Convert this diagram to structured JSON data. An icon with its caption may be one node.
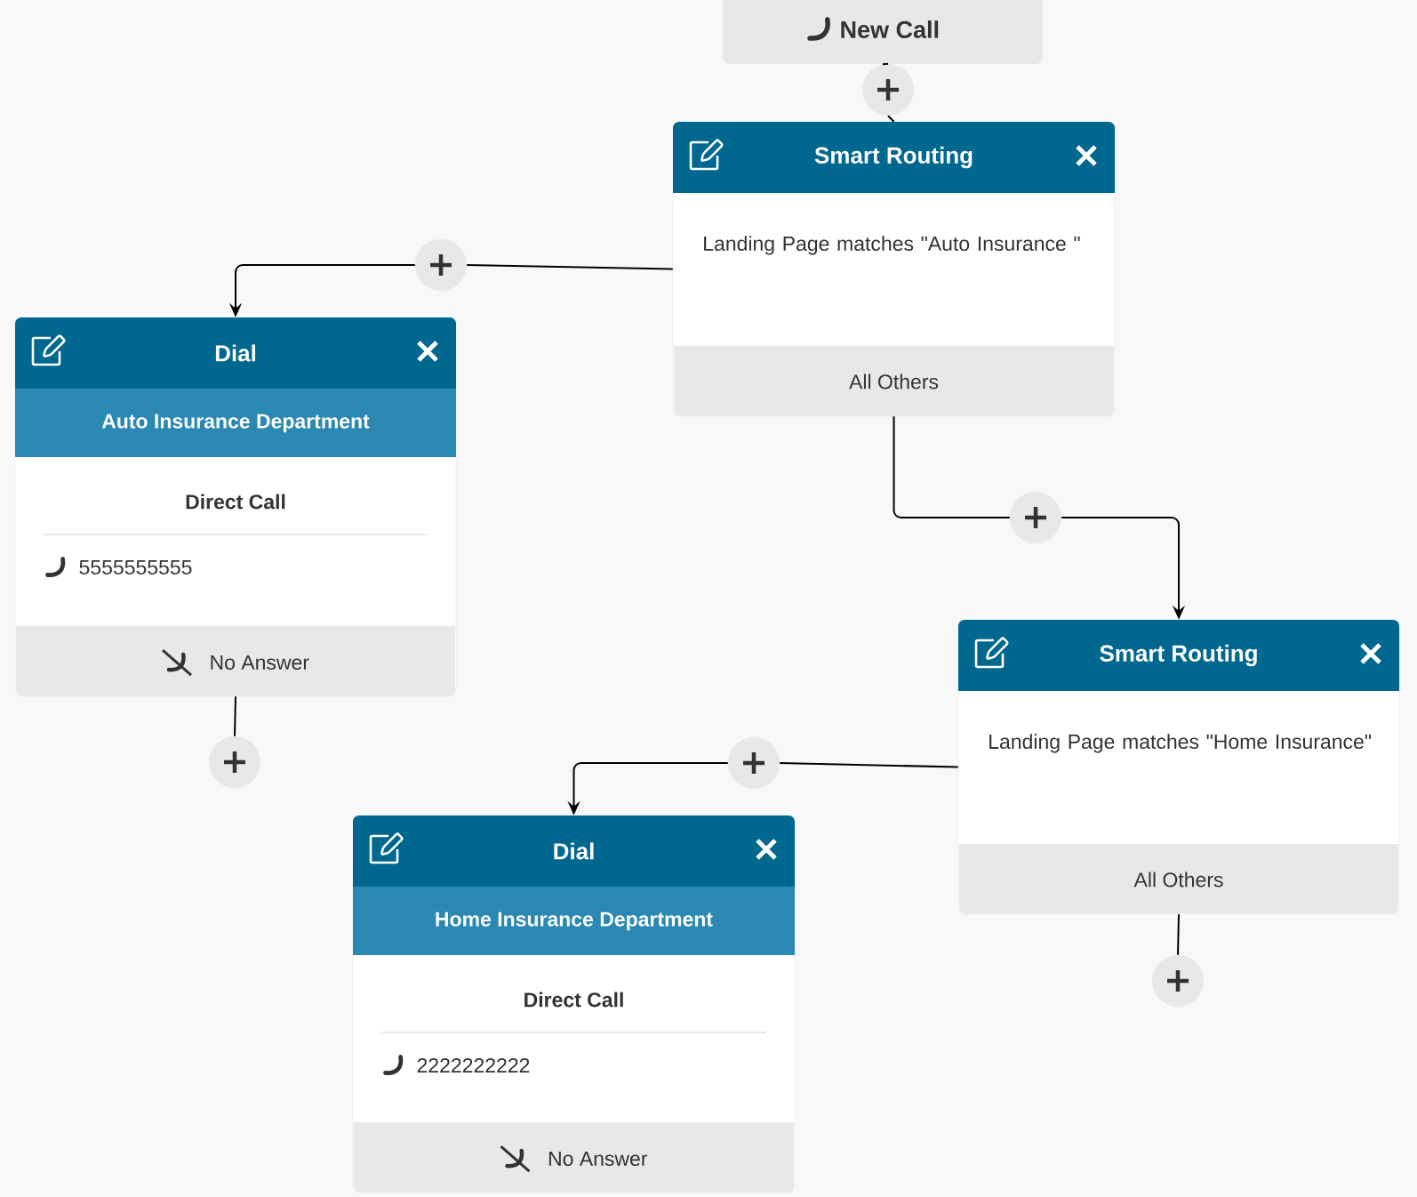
{
  "diagram": {
    "nodes": [
      {
        "text": [
          "New Call"
        ]
      },
      {
        "text": [],
        "shape": "circle"
      },
      {
        "text": [
          "Smart Routing",
          "Landing Page matches \"Auto Insurance \"",
          "All Others"
        ]
      },
      {
        "text": [],
        "shape": "circle"
      },
      {
        "text": [
          "Dial",
          "Auto Insurance Department",
          "Direct Call",
          "5555555555",
          "No Answer"
        ]
      },
      {
        "text": [],
        "shape": "circle"
      },
      {
        "text": [],
        "shape": "circle"
      },
      {
        "text": [
          "Smart Routing",
          "Landing Page matches \"Home Insurance\"",
          "All Others"
        ]
      },
      {
        "text": [],
        "shape": "circle"
      },
      {
        "text": [
          "Dial",
          "Home Insurance Department",
          "Direct Call",
          "2222222222",
          "No Answer"
        ]
      },
      {
        "text": [],
        "shape": "circle"
      }
    ],
    "edges": [
      {
        "from": 0,
        "to": 1,
        "arrow": "none"
      },
      {
        "from": 1,
        "to": 2,
        "arrow": "none"
      },
      {
        "from": 2,
        "to": 3,
        "arrow": "none"
      },
      {
        "from": 3,
        "to": 4,
        "arrow": "to"
      },
      {
        "from": 4,
        "to": 5,
        "arrow": "none"
      },
      {
        "from": 2,
        "to": 6,
        "arrow": "none"
      },
      {
        "from": 6,
        "to": 7,
        "arrow": "to"
      },
      {
        "from": 7,
        "to": 8,
        "arrow": "none"
      },
      {
        "from": 8,
        "to": 9,
        "arrow": "to"
      },
      {
        "from": 7,
        "to": 10,
        "arrow": "none"
      }
    ]
  }
}
